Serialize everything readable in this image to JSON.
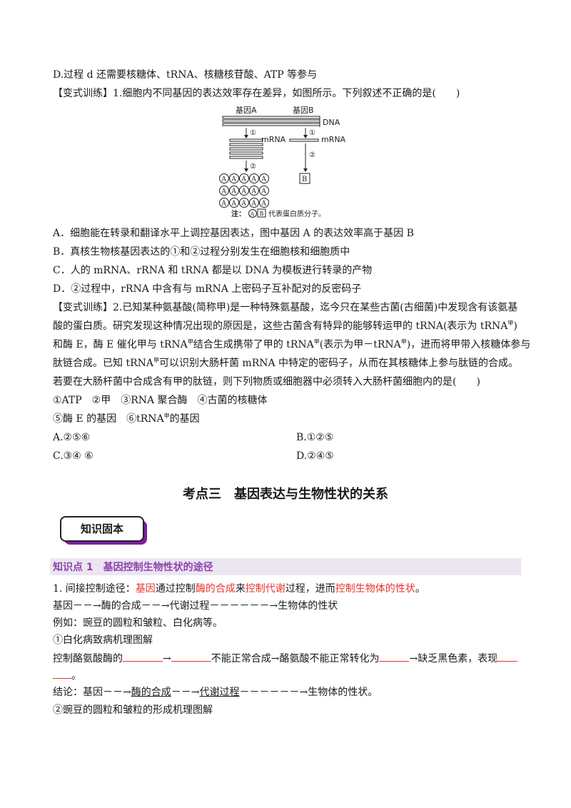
{
  "top": {
    "d_option": "D.过程 d 还需要核糖体、tRNA、核糖核苷酸、ATP 等参与",
    "q1_stem": "【变式训练】1.细胞内不同基因的表达效率存在差异，如图所示。下列叙述不正确的是(　　)"
  },
  "figure": {
    "gene_a": "基因A",
    "gene_b": "基因B",
    "dna": "DNA",
    "mrna_left": "mRNA",
    "mrna_right": "mRNA",
    "step1": "①",
    "step1b": "①",
    "step2": "②",
    "step2b": "②",
    "protein_a": "A",
    "protein_b": "B",
    "note_prefix": "注：",
    "note_suffix": "代表蛋白质分子。"
  },
  "q1_options": {
    "a": "A．细胞能在转录和翻译水平上调控基因表达，图中基因 A 的表达效率高于基因 B",
    "b": "B．真核生物核基因表达的①和②过程分别发生在细胞核和细胞质中",
    "c": "C．人的 mRNA、rRNA 和 tRNA 都是以 DNA 为模板进行转录的产物",
    "d": "D．②过程中，rRNA 中含有与 mRNA 上密码子互补配对的反密码子"
  },
  "q2": {
    "l1": "【变式训练】2.已知某种氨基酸(简称甲)是一种特殊氨基酸，迄今只在某些古菌(古细菌)中发现含有该氨基",
    "l2": "酸的蛋白质。研究发现这种情况出现的原因是，这些古菌含有特异的能够转运甲的 tRNA(表示为 tRNA",
    "l2_sup": "甲",
    "l2_end": ")",
    "l3a": "和酶 E，酶 E 催化甲与 tRNA",
    "l3_sup1": "甲",
    "l3b": "结合生成携带了甲的 tRNA",
    "l3_sup2": "甲",
    "l3c": "(表示为甲－tRNA",
    "l3_sup3": "甲",
    "l3d": ")，进而将甲带入核糖体参与",
    "l4a": "肽链合成。已知 tRNA",
    "l4_sup": "甲",
    "l4b": "可以识别大肠杆菌 mRNA 中特定的密码子，从而在其核糖体上参与肽链的合成。",
    "l5": "若要在大肠杆菌中合成含有甲的肽链，则下列物质或细胞器中必须转入大肠杆菌细胞内的是(　　)",
    "items1": "①ATP　②甲　③RNA 聚合酶　④古菌的核糖体",
    "items2a": "⑤酶 E 的基因　⑥tRNA",
    "items2_sup": "甲",
    "items2b": "的基因",
    "opt_a": "A.②⑤⑥",
    "opt_b": "B.①②⑤",
    "opt_c": "C.③④ ⑥",
    "opt_d": "D.②④⑤"
  },
  "section": {
    "title": "考点三　基因表达与生物性状的关系",
    "badge": "知识固本",
    "kp_title": "知识点 1　基因控制生物性状的途径"
  },
  "content": {
    "p1_a": "1. 间接控制途径：",
    "p1_r1": "基因",
    "p1_b": "通过控制",
    "p1_r2": "酶的合成",
    "p1_c": "来",
    "p1_r3": "控制代谢",
    "p1_d": "过程，进而",
    "p1_r4": "控制生物体的性状",
    "p1_e": "。",
    "flow1": "基因－－→酶的合成－－→代谢过程－－－－－－→生物体的性状",
    "example": "例如：豌豆的圆粒和皱粒、白化病等。",
    "albino_title": "①白化病致病机理图解",
    "albino_a": "控制酪氨酸酶的",
    "albino_arrow1": "→",
    "albino_b": "不能正常合成→酪氨酸不能正常转化为",
    "albino_c": "→缺乏黑色素，表现",
    "albino_end": "。",
    "conclusion_a": "结论：基因－－→",
    "conclusion_u1": "酶的合成",
    "conclusion_b": "－－→",
    "conclusion_u2": "代谢过程",
    "conclusion_c": "－－－－－－→生物体的性状。",
    "pea_title": "②豌豆的圆粒和皱粒的形成机理图解"
  }
}
